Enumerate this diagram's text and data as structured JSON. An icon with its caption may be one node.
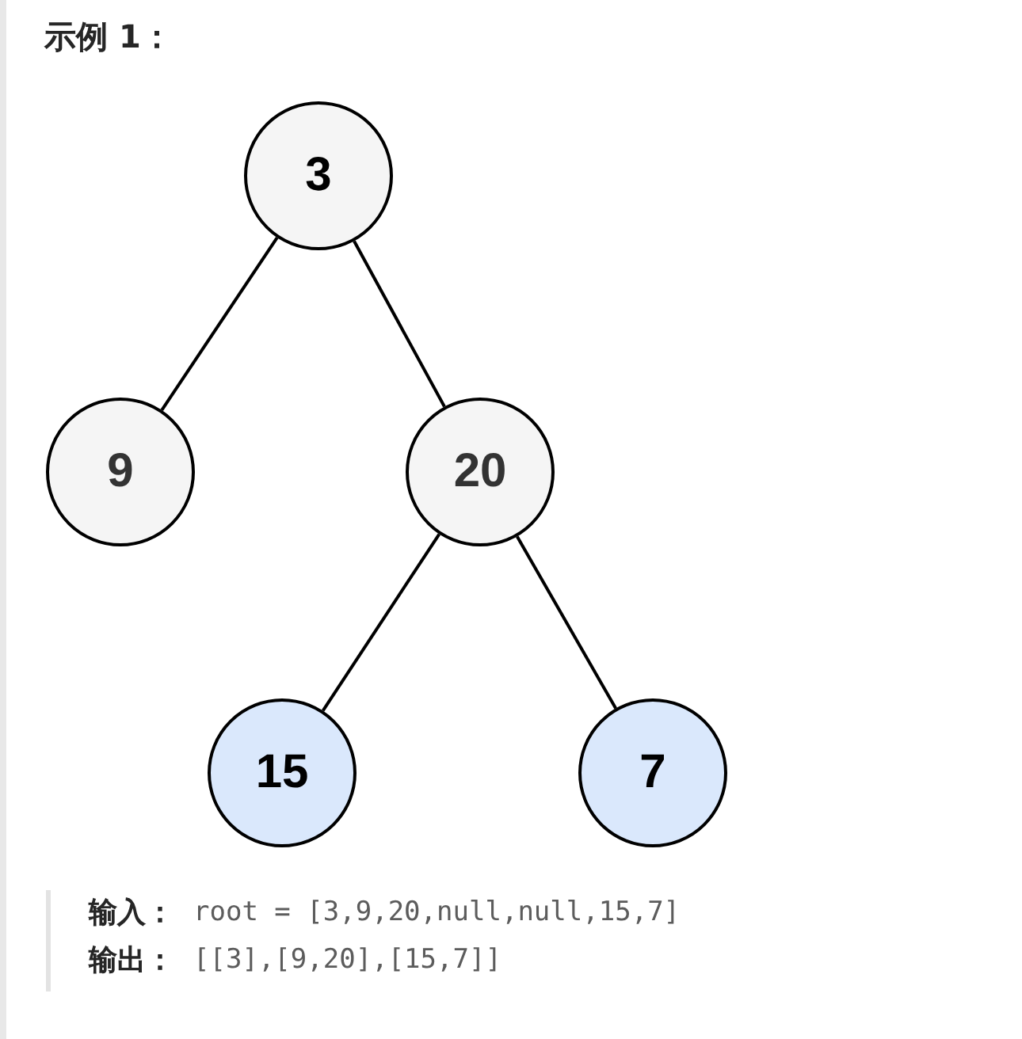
{
  "diagram": {
    "title": "示例 1：",
    "nodes": [
      {
        "text": [
          "3"
        ]
      },
      {
        "text": [
          "9"
        ]
      },
      {
        "text": [
          "20"
        ]
      },
      {
        "text": [
          "15"
        ]
      },
      {
        "text": [
          "7"
        ]
      }
    ],
    "edges": [
      {
        "from": 0,
        "to": 1,
        "arrow": "none"
      },
      {
        "from": 0,
        "to": 2,
        "arrow": "none"
      },
      {
        "from": 2,
        "to": 3,
        "arrow": "none"
      },
      {
        "from": 2,
        "to": 4,
        "arrow": "none"
      }
    ],
    "labels": [
      "输入：",
      "root = [3,9,20,null,null,15,7]",
      "输出：",
      "[[3],[9,20],[15,7]]"
    ]
  }
}
